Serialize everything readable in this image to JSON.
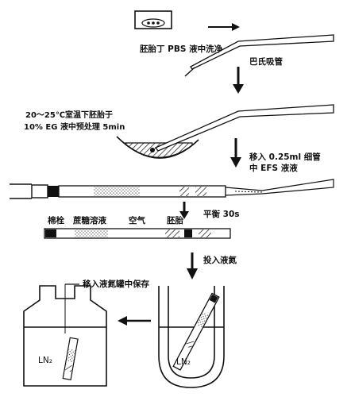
{
  "labels": {
    "wash": "胚胎丁 PBS 液中洗净",
    "pasteur": "巴氏吸管",
    "pretreat_line1": "20～25℃室温下胚胎于",
    "pretreat_line2": "10% EG 液中预处理 5min",
    "transfer_line1": "移入 0.25ml 细管",
    "transfer_line2": "中 EFS 液液",
    "plug": "棉栓",
    "sucrose": "蔗糖溶液",
    "air": "空气",
    "embryo": "胚胎",
    "equilibrate": "平衡 30s",
    "plunge": "投入液氮",
    "store": "移入液氮罐中保存",
    "ln2_left": "LN₂",
    "ln2_right": "LN₂"
  }
}
